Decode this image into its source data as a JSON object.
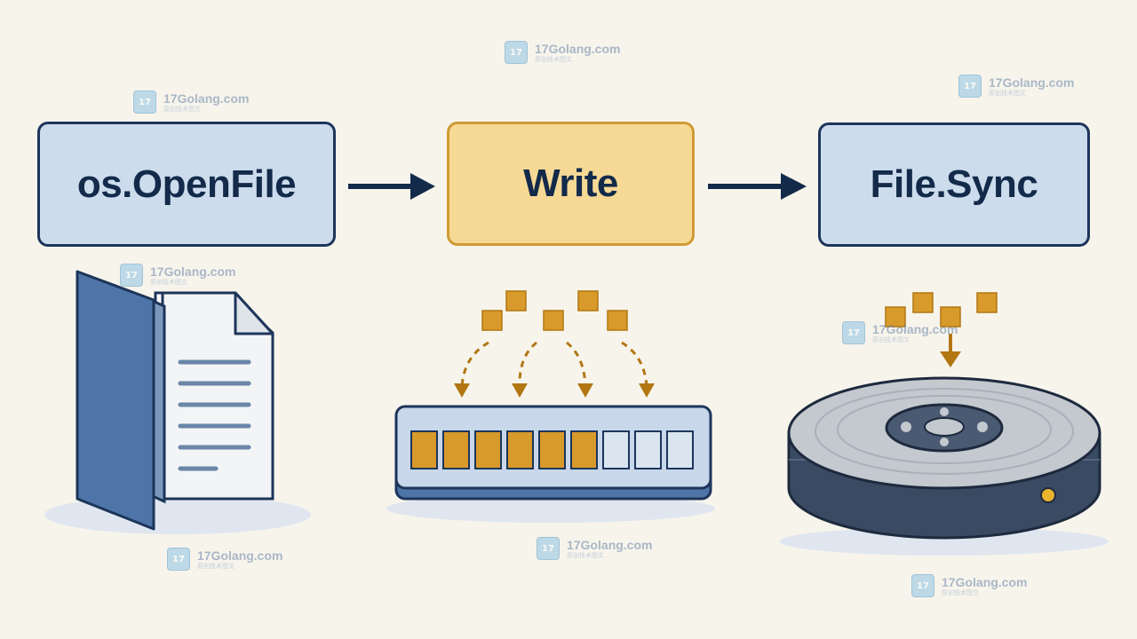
{
  "steps": [
    {
      "label": "os.OpenFile"
    },
    {
      "label": "Write"
    },
    {
      "label": "File.Sync"
    }
  ],
  "watermark": {
    "name": "17Golang.com",
    "sub": "原创技术图文",
    "logo_icon": "17golang-logo-icon"
  },
  "illustrations": {
    "open": {
      "icon": "open-file-document-icon"
    },
    "write": {
      "icon": "write-buffer-icon",
      "buffer_slots": 9,
      "filled_slots": 6
    },
    "sync": {
      "icon": "disk-drive-icon"
    }
  },
  "colors": {
    "box_blue": "#cddcec",
    "box_orange": "#f6d995",
    "navy": "#1d355a",
    "accent_orange": "#d89a2a"
  }
}
